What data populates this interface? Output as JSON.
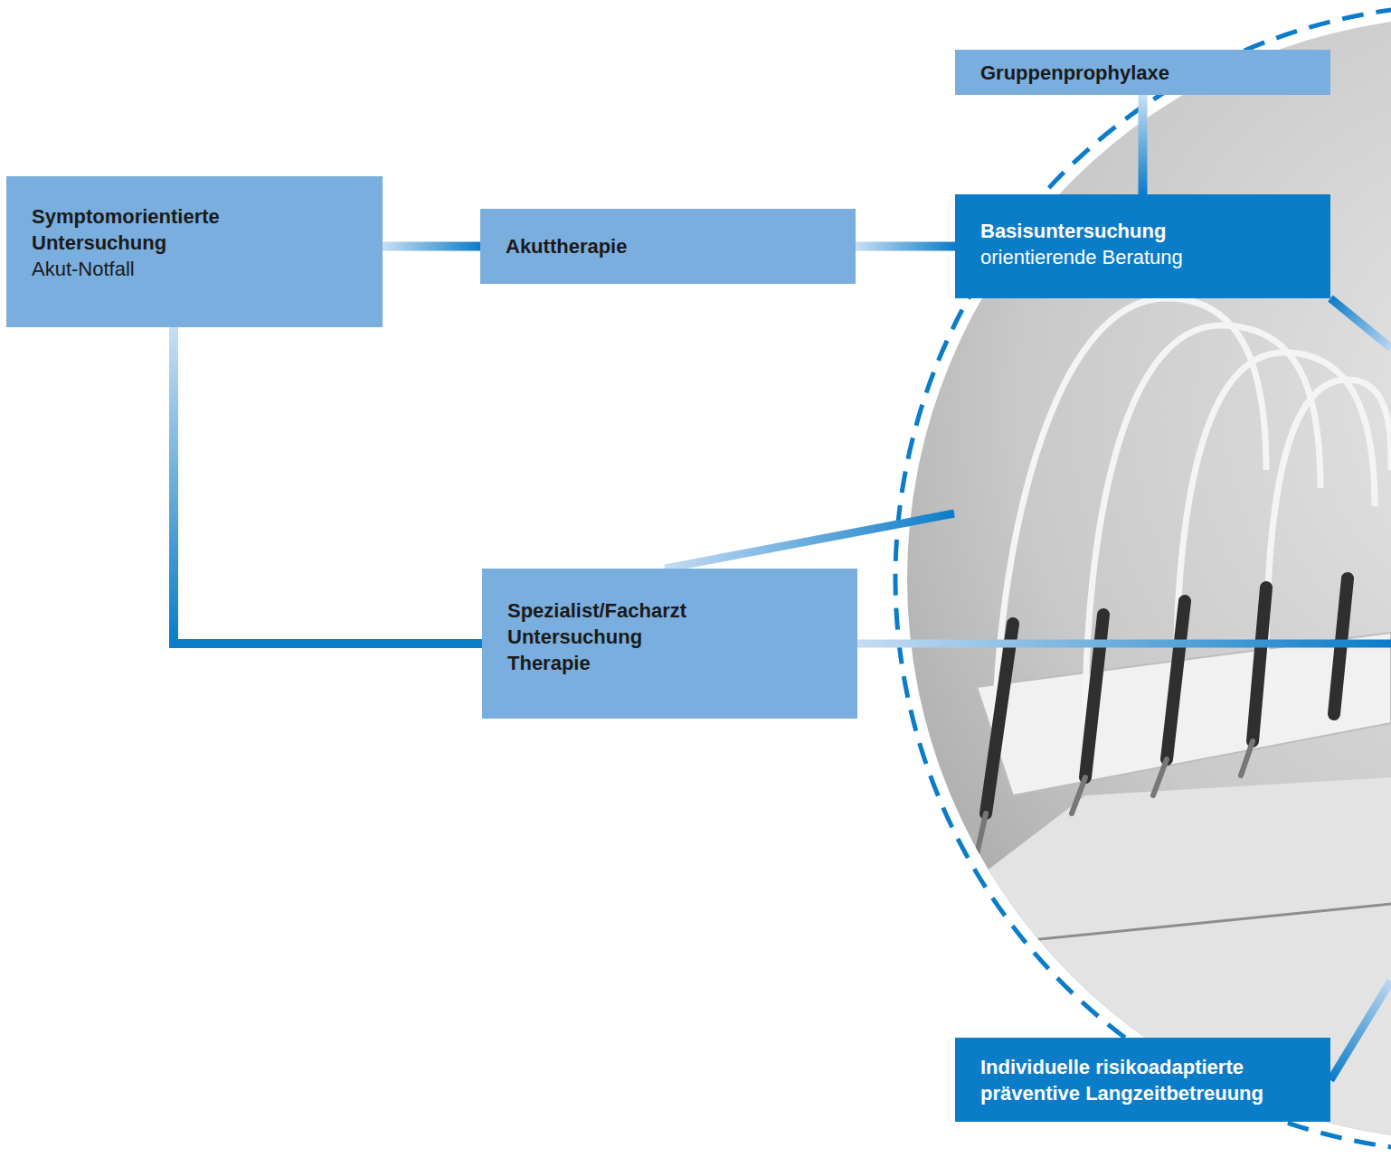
{
  "diagram": {
    "nodes": [
      {
        "text": [
          "Gruppenprophylaxe"
        ]
      },
      {
        "text": [
          "Symptomorientierte Untersuchung",
          "Akut-Notfall"
        ]
      },
      {
        "text": [
          "Akuttherapie"
        ]
      },
      {
        "text": [
          "Basisuntersuchung",
          "orientierende Beratung"
        ]
      },
      {
        "text": [
          "Spezialist/Facharzt Untersuchung Therapie"
        ]
      },
      {
        "text": [
          "Individuelle risikoadaptierte präventive Langzeitbetreuung"
        ]
      }
    ],
    "edges": [
      {
        "from": 1,
        "to": 2,
        "arrow": "none"
      },
      {
        "from": 2,
        "to": 3,
        "arrow": "none"
      },
      {
        "from": 0,
        "to": 3,
        "arrow": "none"
      },
      {
        "from": 1,
        "to": 4,
        "arrow": "none"
      }
    ]
  }
}
